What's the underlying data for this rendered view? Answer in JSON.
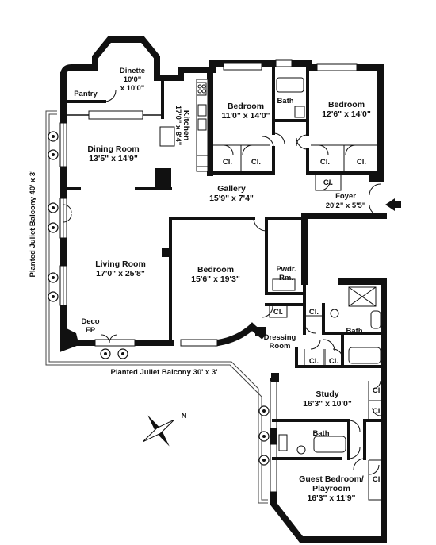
{
  "rooms": {
    "dinette": {
      "name": "Dinette",
      "dim1": "10'0\"",
      "dim2": "x 10'0\""
    },
    "pantry": {
      "name": "Pantry"
    },
    "kitchen": {
      "name": "Kitchen",
      "dim": "17'0\" x 8'4\""
    },
    "bedroom1": {
      "name": "Bedroom",
      "dim": "11'0\" x 14'0\""
    },
    "bath1": {
      "name": "Bath"
    },
    "bedroom2": {
      "name": "Bedroom",
      "dim": "12'6\" x 14'0\""
    },
    "dining": {
      "name": "Dining Room",
      "dim": "13'5\" x 14'9\""
    },
    "gallery": {
      "name": "Gallery",
      "dim": "15'9\" x 7'4\""
    },
    "foyer": {
      "name": "Foyer",
      "dim": "20'2\" x 5'5\""
    },
    "living": {
      "name": "Living Room",
      "dim": "17'0\" x 25'8\""
    },
    "bedroom3": {
      "name": "Bedroom",
      "dim": "15'6\" x 19'3\""
    },
    "powder": {
      "name1": "Pwdr.",
      "name2": "Rm."
    },
    "dressing": {
      "name1": "Dressing",
      "name2": "Room"
    },
    "bath2": {
      "name": "Bath"
    },
    "study": {
      "name": "Study",
      "dim": "16'3\" x 10'0\""
    },
    "bath3": {
      "name": "Bath"
    },
    "guest": {
      "name1": "Guest Bedroom/",
      "name2": "Playroom",
      "dim": "16'3\" x 11'9\""
    }
  },
  "closet_label": "Cl.",
  "deco_fp": {
    "line1": "Deco",
    "line2": "FP"
  },
  "balconies": {
    "west": "Planted Juliet Balcony 40' x 3'",
    "south": "Planted Juliet Balcony 30' x 3'"
  },
  "compass_label": "N",
  "entry_arrow": "entry-arrow-icon"
}
